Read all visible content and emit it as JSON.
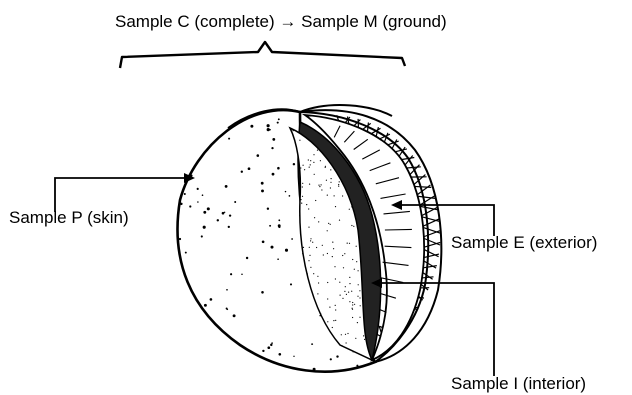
{
  "top": {
    "left": "Sample C (complete)",
    "arrow": "→",
    "right": "Sample M (ground)"
  },
  "labels": {
    "skin": "Sample P (skin)",
    "exterior": "Sample E (exterior)",
    "interior": "Sample I (interior)"
  }
}
